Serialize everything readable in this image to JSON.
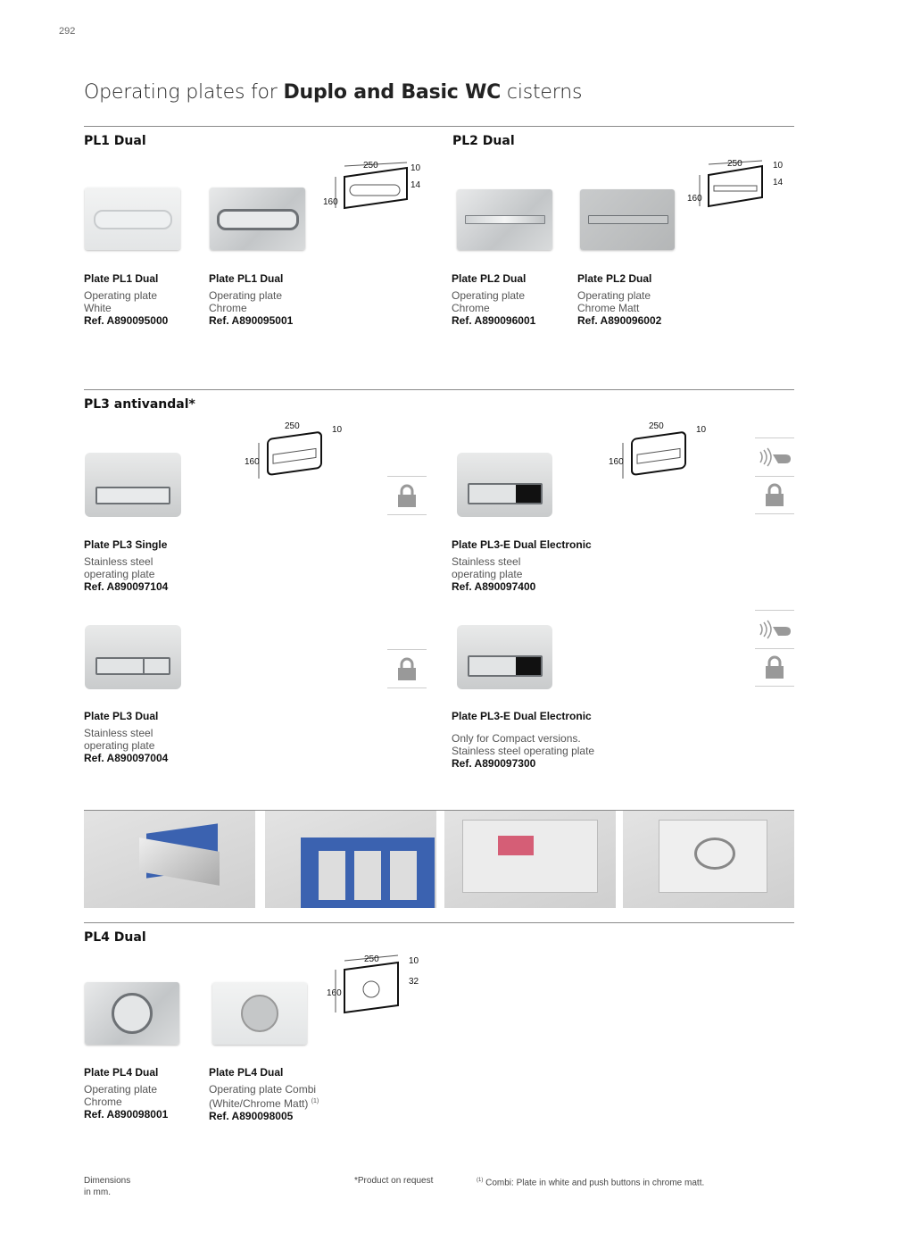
{
  "page_number": "292",
  "title": {
    "prefix": "Operating plates for ",
    "bold": "Duplo and Basic WC",
    "suffix": " cisterns"
  },
  "sections": {
    "pl1": "PL1 Dual",
    "pl2": "PL2 Dual",
    "pl3": "PL3 antivandal*",
    "pl4": "PL4 Dual"
  },
  "dimensions": {
    "pl1": {
      "w": "250",
      "h": "160",
      "d": "10",
      "b": "14"
    },
    "pl2": {
      "w": "250",
      "h": "160",
      "d": "10",
      "b": "14"
    },
    "pl3": {
      "w": "250",
      "h": "160",
      "d": "10"
    },
    "pl3e": {
      "w": "250",
      "h": "160",
      "d": "10"
    },
    "pl4": {
      "w": "250",
      "h": "160",
      "d": "10",
      "b": "32"
    }
  },
  "products": [
    {
      "name": "Plate PL1 Dual",
      "desc1": "Operating plate",
      "desc2": "White",
      "ref": "Ref. A890095000"
    },
    {
      "name": "Plate PL1 Dual",
      "desc1": "Operating plate",
      "desc2": "Chrome",
      "ref": "Ref. A890095001"
    },
    {
      "name": "Plate PL2 Dual",
      "desc1": "Operating plate",
      "desc2": "Chrome",
      "ref": "Ref. A890096001"
    },
    {
      "name": "Plate PL2 Dual",
      "desc1": "Operating plate",
      "desc2": "Chrome Matt",
      "ref": "Ref. A890096002"
    },
    {
      "name": "Plate PL3 Single",
      "desc1": "Stainless steel",
      "desc2": "operating plate",
      "ref": "Ref. A890097104"
    },
    {
      "name": "Plate PL3-E Dual Electronic",
      "desc1": "Stainless steel",
      "desc2": "operating plate",
      "ref": "Ref. A890097400"
    },
    {
      "name": "Plate PL3 Dual",
      "desc1": "Stainless steel",
      "desc2": "operating plate",
      "ref": "Ref. A890097004"
    },
    {
      "name": "Plate PL3-E Dual Electronic",
      "desc1": "Only for Compact versions.",
      "desc2": "Stainless steel operating plate",
      "ref": "Ref. A890097300"
    },
    {
      "name": "Plate PL4 Dual",
      "desc1": "Operating plate",
      "desc2": "Chrome",
      "ref": "Ref. A890098001"
    },
    {
      "name": "Plate PL4 Dual",
      "desc1": "Operating plate Combi",
      "desc2": "(White/Chrome Matt)",
      "sup": "(1)",
      "ref": "Ref. A890098005"
    }
  ],
  "footer": {
    "dimensions": "Dimensions",
    "dimensions2": "in mm.",
    "request": "*Product on request",
    "note_sup": "(1)",
    "note": " Combi: Plate in white and push buttons in chrome matt."
  },
  "icons": [
    "padlock-icon",
    "sensor-hand-icon"
  ]
}
